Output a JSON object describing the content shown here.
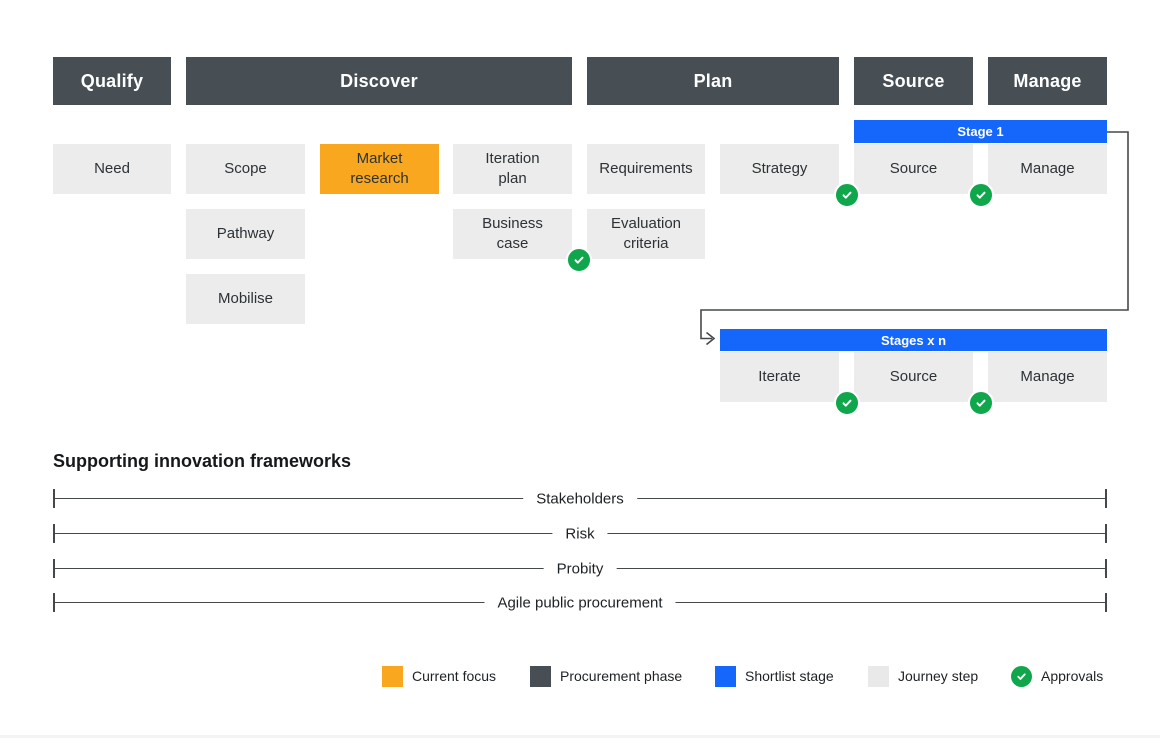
{
  "journey": {
    "phases": {
      "qualify": "Qualify",
      "discover": "Discover",
      "plan": "Plan",
      "source": "Source",
      "manage": "Manage"
    },
    "stage_bars": {
      "stage1": "Stage 1",
      "stages_x_n": "Stages x n"
    },
    "steps": {
      "need": "Need",
      "scope": "Scope",
      "market_research": "Market research",
      "iteration_plan": "Iteration plan",
      "pathway": "Pathway",
      "business_case": "Business case",
      "mobilise": "Mobilise",
      "requirements": "Requirements",
      "evaluation_criteria": "Evaluation criteria",
      "strategy": "Strategy",
      "stage1_source": "Source",
      "stage1_manage": "Manage",
      "stages_iterate": "Iterate",
      "stages_source": "Source",
      "stages_manage": "Manage"
    }
  },
  "frameworks": {
    "title": "Supporting innovation frameworks",
    "items": {
      "stakeholders": "Stakeholders",
      "risk": "Risk",
      "probity": "Probity",
      "agile": "Agile public procurement"
    }
  },
  "legend": {
    "current_focus": "Current focus",
    "procurement_phase": "Procurement phase",
    "shortlist_stage": "Shortlist stage",
    "journey_step": "Journey step",
    "approvals": "Approvals"
  },
  "colors": {
    "current_focus_orange": "#F9A71E",
    "procurement_phase_gray": "#474F54",
    "shortlist_stage_blue": "#1566FB",
    "journey_step_gray": "#ECECEC",
    "approvals_green": "#0FA64C"
  }
}
